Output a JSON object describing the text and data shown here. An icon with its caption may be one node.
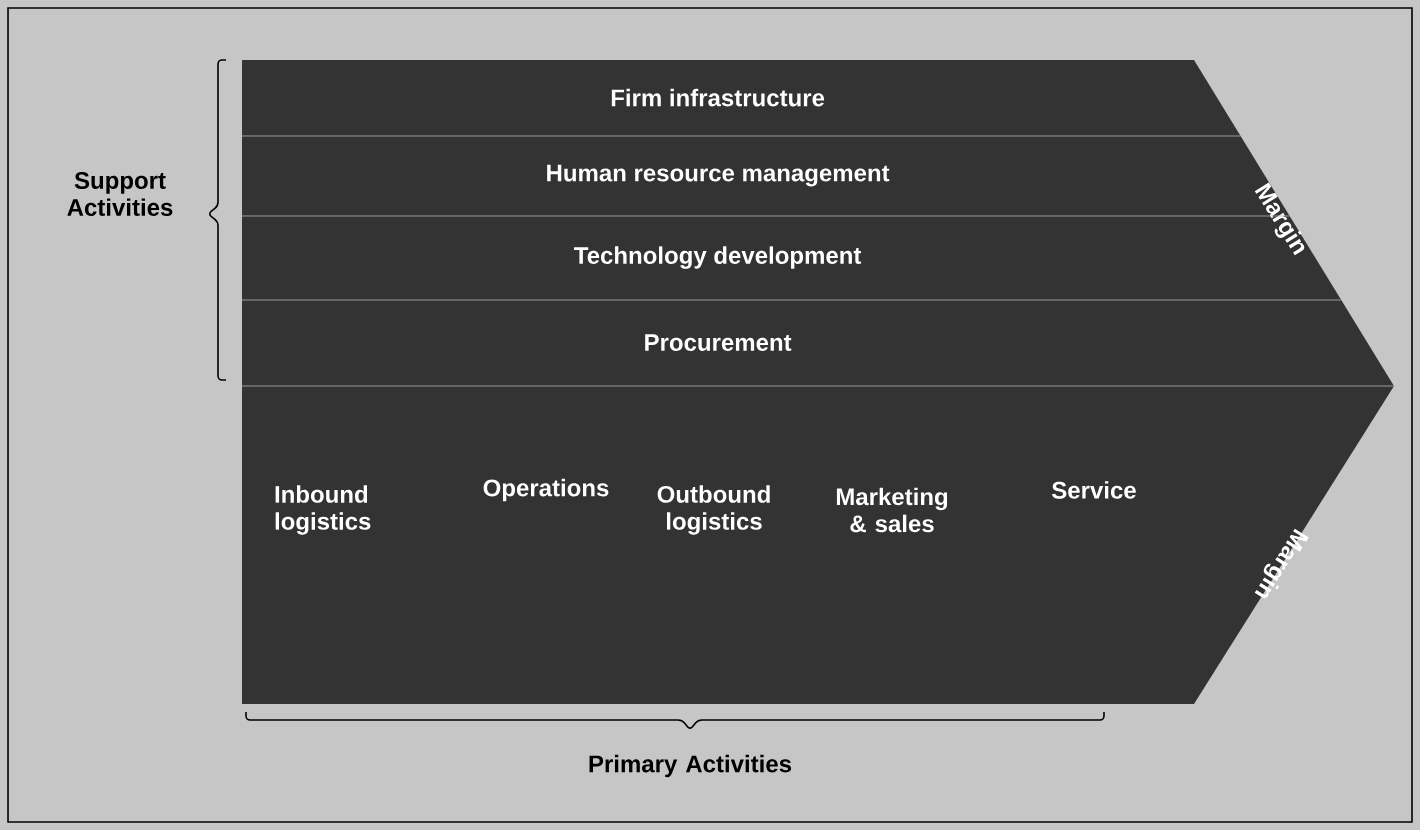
{
  "diagram": {
    "nodes": [
      {
        "text": [
          "Margin",
          "Margin"
        ]
      },
      {
        "text": [
          "Firm infrastructure"
        ],
        "in": 0
      },
      {
        "text": [
          "Human resource management"
        ],
        "in": 0
      },
      {
        "text": [
          "Technology development"
        ],
        "in": 0
      },
      {
        "text": [
          "Procurement"
        ],
        "in": 0
      }
    ],
    "labels": [
      "Support Activities",
      "Inbound logistics",
      "Operations",
      "Outbound logistics",
      "Marketing & sales",
      "Service",
      "Primary Activities"
    ]
  }
}
